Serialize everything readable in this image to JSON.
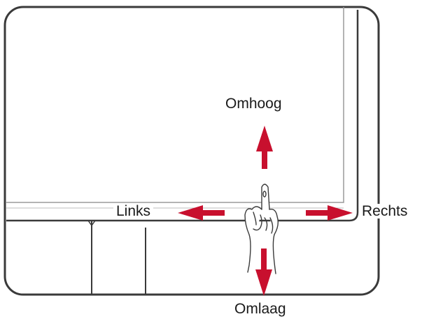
{
  "labels": {
    "up": "Omhoog",
    "left": "Links",
    "right": "Rechts",
    "down": "Omlaag"
  },
  "colors": {
    "arrow": "#c8102e",
    "outline": "#3a3a3a",
    "inner_line": "#9a9a9a"
  },
  "icons": {
    "hand": "pointing-hand-icon",
    "arrows": [
      "arrow-up-icon",
      "arrow-left-icon",
      "arrow-right-icon",
      "arrow-down-icon"
    ]
  }
}
